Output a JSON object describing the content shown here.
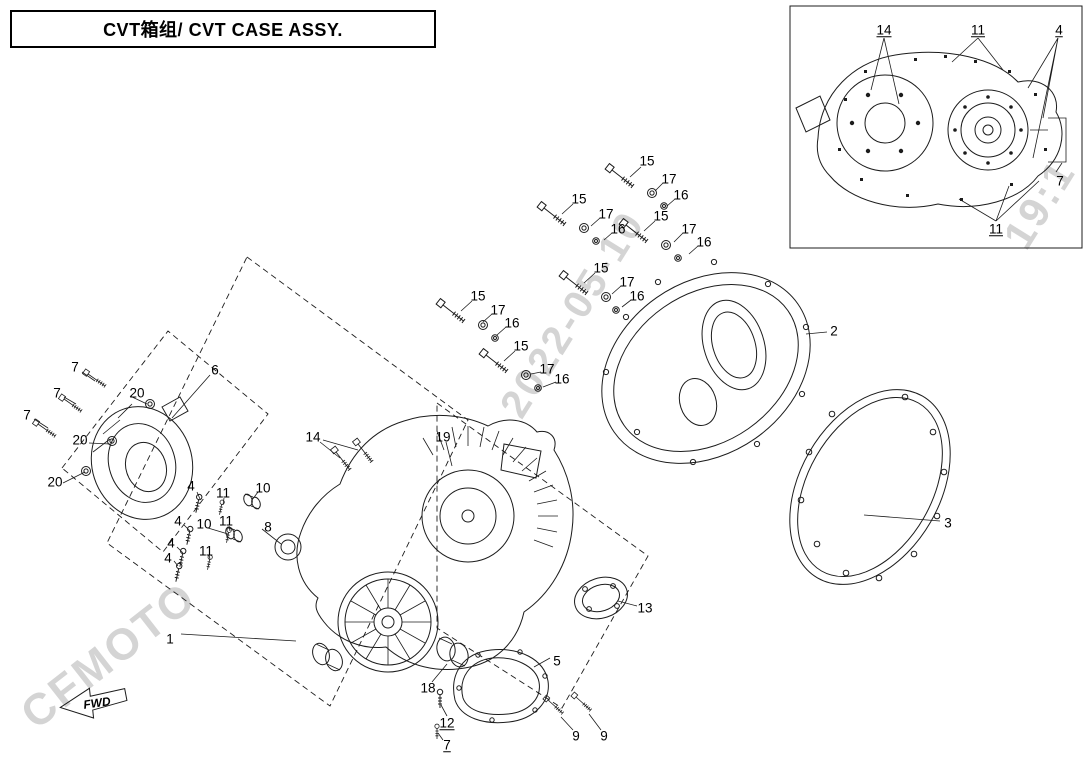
{
  "title": "CVT箱组/ CVT CASE ASSY.",
  "fwd_label": "FWD",
  "watermarks": {
    "brand": "CFMOTO",
    "date": "2022-05-10",
    "time": "19:1"
  },
  "inset_callouts": [
    {
      "label": "14"
    },
    {
      "label": "11"
    },
    {
      "label": "4"
    },
    {
      "label": "7"
    },
    {
      "label": "11"
    }
  ],
  "callouts": [
    {
      "label": "15"
    },
    {
      "label": "17"
    },
    {
      "label": "16"
    },
    {
      "label": "15"
    },
    {
      "label": "17"
    },
    {
      "label": "16"
    },
    {
      "label": "15"
    },
    {
      "label": "17"
    },
    {
      "label": "16"
    },
    {
      "label": "15"
    },
    {
      "label": "17"
    },
    {
      "label": "16"
    },
    {
      "label": "15"
    },
    {
      "label": "17"
    },
    {
      "label": "16"
    },
    {
      "label": "15"
    },
    {
      "label": "17"
    },
    {
      "label": "16"
    },
    {
      "label": "2"
    },
    {
      "label": "3"
    },
    {
      "label": "13"
    },
    {
      "label": "5"
    },
    {
      "label": "18"
    },
    {
      "label": "12"
    },
    {
      "label": "7"
    },
    {
      "label": "9"
    },
    {
      "label": "9"
    },
    {
      "label": "1"
    },
    {
      "label": "6"
    },
    {
      "label": "7"
    },
    {
      "label": "7"
    },
    {
      "label": "7"
    },
    {
      "label": "20"
    },
    {
      "label": "20"
    },
    {
      "label": "20"
    },
    {
      "label": "4"
    },
    {
      "label": "11"
    },
    {
      "label": "10"
    },
    {
      "label": "4"
    },
    {
      "label": "10"
    },
    {
      "label": "11"
    },
    {
      "label": "8"
    },
    {
      "label": "4"
    },
    {
      "label": "11"
    },
    {
      "label": "4"
    },
    {
      "label": "14"
    },
    {
      "label": "19"
    }
  ]
}
